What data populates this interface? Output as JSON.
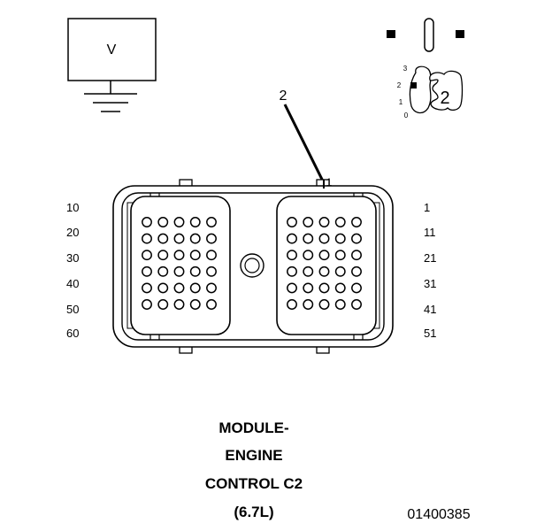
{
  "voltmeter": {
    "label": "V"
  },
  "probe_callout": {
    "label": "2"
  },
  "key_icon": {
    "positions": [
      "3",
      "2",
      "1",
      "0"
    ],
    "big_label": "2"
  },
  "pin_labels": {
    "left": [
      "10",
      "20",
      "30",
      "40",
      "50",
      "60"
    ],
    "right": [
      "1",
      "11",
      "21",
      "31",
      "41",
      "51"
    ]
  },
  "connector": {
    "pin1_marker": "1",
    "rows": 6,
    "cols": 5
  },
  "title": {
    "line1": "MODULE-",
    "line2": "ENGINE",
    "line3": "CONTROL C2",
    "line4": "(6.7L)"
  },
  "figure_id": "01400385"
}
